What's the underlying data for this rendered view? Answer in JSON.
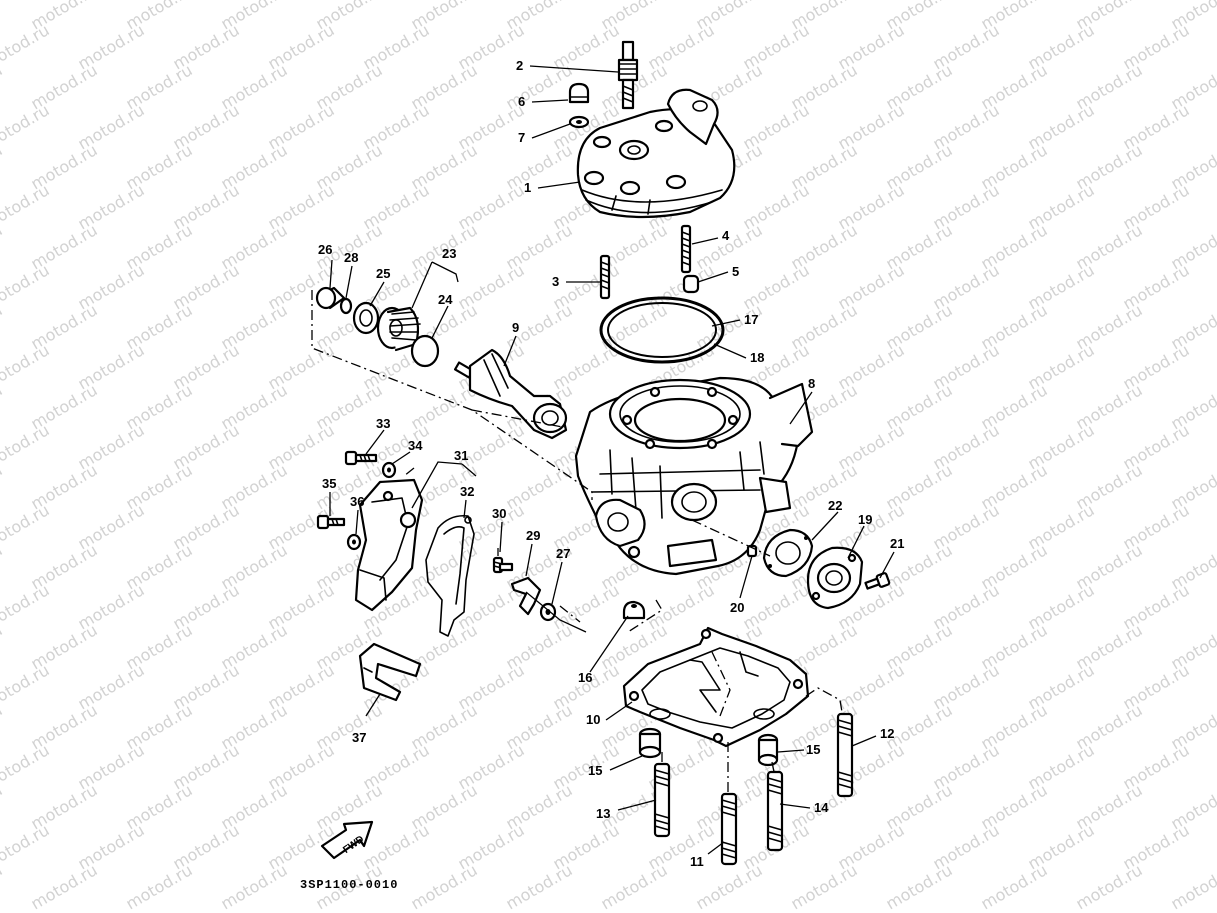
{
  "watermark": "motod.ru",
  "diagram_code": "3SP1100-0010",
  "fwd_label": "FWD",
  "parts": {
    "p1": "1",
    "p2": "2",
    "p3": "3",
    "p4": "4",
    "p5": "5",
    "p6": "6",
    "p7": "7",
    "p8": "8",
    "p9": "9",
    "p10": "10",
    "p11": "11",
    "p12": "12",
    "p13": "13",
    "p14": "14",
    "p15a": "15",
    "p15b": "15",
    "p16": "16",
    "p17": "17",
    "p18": "18",
    "p19": "19",
    "p20": "20",
    "p21": "21",
    "p22": "22",
    "p23": "23",
    "p24": "24",
    "p25": "25",
    "p26": "26",
    "p27": "27",
    "p28": "28",
    "p29": "29",
    "p30": "30",
    "p31": "31",
    "p32": "32",
    "p33": "33",
    "p34": "34",
    "p35": "35",
    "p36": "36",
    "p37": "37"
  }
}
